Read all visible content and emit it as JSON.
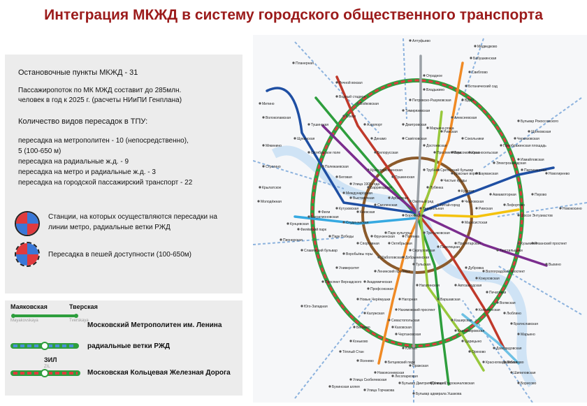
{
  "title": "Интеграция МКЖД в систему городского общественного транспорта",
  "info": {
    "stops": "Остановочные пункты МКЖД - 31",
    "passengers_1": "Пассажиропоток по МК МЖД составит до 285млн.",
    "passengers_2": "человек в год к 2025 г. (расчеты НИиПИ Генплана)",
    "transfer_kinds": "Количество видов пересадок в ТПУ:",
    "t1": "пересадка на метрополитен - 10 (непосредственно),",
    "t2": "5 (100-650 м)",
    "t3": "пересадка на радиальные ж.д. - 9",
    "t4": "пересадка на метро и радиальные ж.д. - 3",
    "t5": "пересадка на городской пассажирский транспорт - 22"
  },
  "symbols": {
    "direct_1": "Станции, на которых осуществляются пересадки на",
    "direct_2": "линии метро, радиальные ветки РЖД",
    "walk": "Пересадка в пешей доступности (100-650м)"
  },
  "legend": {
    "st1_ru": "Маяковская",
    "st1_en": "Mayakovskaya",
    "st2_ru": "Тверская",
    "st2_en": "Tverskaya",
    "metro": "Московский Метрополитен им. Ленина",
    "rail": "радиальные ветки РЖД",
    "zil_ru": "ЗИЛ",
    "zil_en": "ZIL",
    "mkzd": "Московская Кольцевая Железная Дорога"
  },
  "map_labels": {
    "planernaya": "Планерная",
    "medvedkovo": "Медведково",
    "altufyevo": "Алтуфьево",
    "schelkovskaya": "Щёлковская",
    "novogireevo": "Новогиреево",
    "vykhino": "Выхино",
    "krylatskoye": "Крылатское",
    "molodyozhnaya": "Молодёжная",
    "kuntsevskaya": "Кунцевская",
    "yugo_zapadnaya": "Юго-Западная",
    "yasenevo": "Ясенево",
    "altufyevskaya": "Бульвар Дмитрия Донского",
    "krasnogvardeyskaya": "Красногвардейская",
    "domodedovskaya": "Домодедовская",
    "kolomenskaya": "Коломенская",
    "kuzminki": "Кузьминки",
    "rechnoy": "Речной вокзал",
    "sokol": "Сокол",
    "park_kultury": "Парк культуры",
    "kurskaya": "Курская",
    "kievskaya": "Киевская",
    "belorusskaya": "Белорусская",
    "komsomolskaya": "Комсомольская",
    "paveletskaya": "Павелецкая",
    "tretyakovskaya": "Третьяковская",
    "lubyanka": "Лубянка",
    "arbatskaya": "Арбатская",
    "tulskaya": "Тульская",
    "nagatinskaya": "Нагатинская",
    "kaluzhskaya": "Калужская",
    "profsoyuznaya": "Профсоюзная",
    "varshavskaya": "Варшавская",
    "kashirskaya": "Каширская",
    "sokolniki": "Сокольники",
    "izmaylovo": "Измайловская",
    "perovo": "Перово",
    "marksistskaya": "Марксистская",
    "proletarskaya": "Пролетарская",
    "tekstilshchiki": "Текстильщики",
    "volgogradsky": "Волгоградский проспект",
    "ryazansky": "Рязанский проспект",
    "shosse": "Шоссе Энтузиастов",
    "baumanskaya": "Бауманская",
    "elektrozavodskaya": "Электрозаводская",
    "rimskaya": "Римская",
    "chkalovskaya": "Чкаловская",
    "prospekt_mira": "Проспект Мира",
    "rizhskaya": "Рижская",
    "alekseyevskaya": "Алексеевская",
    "vdnkh": "ВДНХ",
    "botanichesky": "Ботанический сад",
    "sviblovo": "Свиблово",
    "babushkinskaya": "Бабушкинская",
    "otradnoye": "Отрадное",
    "vladykino": "Владыкино",
    "petrovsko": "Петровско-Разумовская",
    "timiryazevskaya": "Тимирязевская",
    "dmitrovskaya": "Дмитровская",
    "savyolovskaya": "Савёловская",
    "dinamo": "Динамо",
    "aeroport": "Аэропорт",
    "voykovskaya": "Войковская",
    "vodny": "Водный стадион",
    "tushinskaya": "Тушинская",
    "shchukinskaya": "Щукинская",
    "oktyabrskoye": "Октябрьское поле",
    "polezhaevskaya": "Полежаевская",
    "begovaya": "Беговая",
    "ulitsa_1905": "Улица 1905 года",
    "barrikadnaya": "Баррикадная",
    "pushkinskaya": "Пушкинская",
    "kitay_gorod": "Китай-город",
    "okhotny": "Охотный ряд",
    "teatralnaya": "Театральная",
    "borovitskaya": "Боровицкая",
    "polyanka": "Полянка",
    "serpukhovskaya": "Серпуховская",
    "dobryninskaya": "Добрынинская",
    "oktyabrskaya": "Октябрьская",
    "shabolovskaya": "Шаболовская",
    "leninsky": "Ленинский проспект",
    "akademicheskaya": "Академическая",
    "noviye_cheryomushki": "Новые Черёмушки",
    "belyaevo": "Беляево",
    "konkovo": "Коньково",
    "teply_stan": "Тёплый Стан",
    "sportivnaya": "Спортивная",
    "vorobyovy": "Воробьёвы горы",
    "universitet": "Университет",
    "vernadskogo": "Проспект Вернадского",
    "frunzenskaya": "Фрунзенская",
    "smolenskaya": "Смоленская",
    "kutuzovskaya": "Кутузовская",
    "fili": "Фили",
    "bagrationovskaya": "Багратионовская",
    "filyovsky": "Филёвский парк",
    "pionerskaya": "Пионерская",
    "studencheskaya": "Студенческая",
    "vystavochnaya": "Выставочная",
    "mezhdunarodnaya": "Международная",
    "krasnopresnenskaya": "Краснопресненская",
    "nagornaya": "Нагорная",
    "nakhimovsky": "Нахимовский проспект",
    "sevastopolskaya": "Севастопольская",
    "chertanovskaya": "Чертановская",
    "yuzhnaya": "Южная",
    "prazhskaya": "Пражская",
    "tsaritsyno": "Царицыно",
    "orekhovo": "Орехово",
    "kantemirovskaya": "Кантемировская",
    "kakhovskaya": "Каховская",
    "avtozavodskaya": "Автозаводская",
    "dubrovka": "Дубровка",
    "kozhukhovskaya": "Кожуховская",
    "pechatniki": "Печатники",
    "volzhskaya": "Волжская",
    "lyublino": "Люблино",
    "bratislavskaya": "Братиславская",
    "maryino": "Марьино",
    "zyablikovo": "Зябликово",
    "shipilovskaya": "Шипиловская",
    "borisovo": "Борисово",
    "novokosino": "Новокосино",
    "aviamotornaya": "Авиамоторная",
    "lefortovo": "Лефортово",
    "partizanskaya": "Партизанская",
    "preobrazhenskaya": "Преображенская площадь",
    "cherkizovskaya": "Черкизовская",
    "ulitsa_podbelskogo": "Бульвар Рокоссовского",
    "krasnoselskaya": "Красносельская",
    "krasnye_vorota": "Красные ворота",
    "chistye_prudy": "Чистые пруды",
    "marino_roshcha": "Марьина роща",
    "dostoevskaya": "Достоевская",
    "trubnaya": "Трубная",
    "sretensky": "Сретенский бульвар",
    "mitino": "Митино",
    "volokolamskaya": "Волоколамская",
    "myakinino": "Мякинино",
    "strogino": "Строгино",
    "kievskaya2": "Славянский бульвар",
    "park_pobedy": "Парк Победы",
    "lesoparkovaya": "Лесопарковая",
    "bitsevsky": "Битцевский парк",
    "novoyasenevskaya": "Новоясеневская",
    "bulvar_admirala": "Бульвар адмирала Ушакова",
    "ulitsa_gorchakova": "Улица Горчакова",
    "buninskaya": "Бунинская аллея",
    "skobelevskaya": "Улица Скобелевская",
    "ulitsa_starokachalovskaya": "Улица Старокачаловская"
  }
}
